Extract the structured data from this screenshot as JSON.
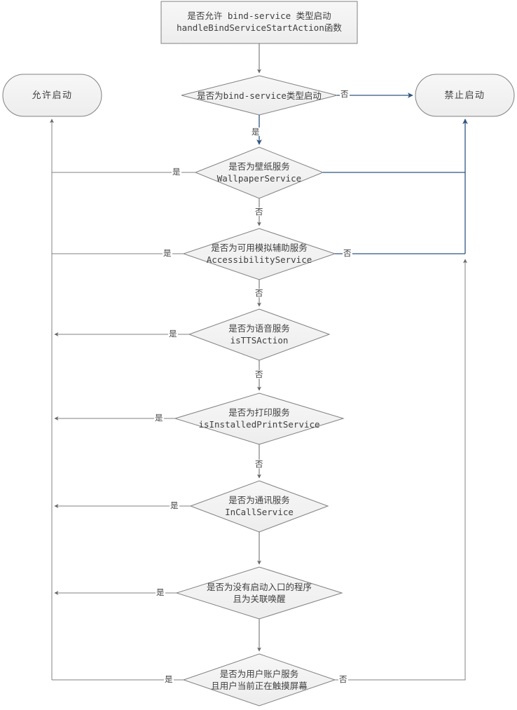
{
  "diagram": {
    "title_node": {
      "id": "start",
      "type": "process",
      "line1": "是否允许 bind-service 类型启动",
      "line2": "handleBindServiceStartAction函数"
    },
    "terminators": [
      {
        "id": "allow",
        "label": "允许启动"
      },
      {
        "id": "deny",
        "label": "禁止启动"
      }
    ],
    "decisions": [
      {
        "id": "d1",
        "line1": "是否为bind-service类型启动",
        "line2": ""
      },
      {
        "id": "d2",
        "line1": "是否为壁纸服务",
        "line2": "WallpaperService"
      },
      {
        "id": "d3",
        "line1": "是否为可用模拟辅助服务",
        "line2": "AccessibilityService"
      },
      {
        "id": "d4",
        "line1": "是否为语音服务",
        "line2": "isTTSAction"
      },
      {
        "id": "d5",
        "line1": "是否为打印服务",
        "line2": "isInstalledPrintService"
      },
      {
        "id": "d6",
        "line1": "是否为通讯服务",
        "line2": "InCallService"
      },
      {
        "id": "d7",
        "line1": "是否为没有启动入口的程序",
        "line2": "且为关联唤醒"
      },
      {
        "id": "d8",
        "line1": "是否为用户账户服务",
        "line2": "且用户当前正在触摸屏幕"
      }
    ],
    "edge_labels": {
      "yes": "是",
      "no": "否"
    },
    "edges": [
      {
        "from": "d1",
        "to": "deny",
        "label": "否"
      },
      {
        "from": "d1",
        "to": "d2",
        "label": "是"
      },
      {
        "from": "d2",
        "to": "allow",
        "label": "是"
      },
      {
        "from": "d2",
        "to": "deny",
        "label": ""
      },
      {
        "from": "d2",
        "to": "d3",
        "label": "否"
      },
      {
        "from": "d3",
        "to": "allow",
        "label": "是"
      },
      {
        "from": "d3",
        "to": "deny",
        "label": "否"
      },
      {
        "from": "d3",
        "to": "d4",
        "label": "否"
      },
      {
        "from": "d4",
        "to": "allow",
        "label": "是"
      },
      {
        "from": "d4",
        "to": "d5",
        "label": "否"
      },
      {
        "from": "d5",
        "to": "allow",
        "label": "是"
      },
      {
        "from": "d5",
        "to": "d6",
        "label": "否"
      },
      {
        "from": "d6",
        "to": "allow",
        "label": "是"
      },
      {
        "from": "d6",
        "to": "d7",
        "label": ""
      },
      {
        "from": "d7",
        "to": "allow",
        "label": "是"
      },
      {
        "from": "d7",
        "to": "d8",
        "label": ""
      },
      {
        "from": "d8",
        "to": "allow",
        "label": "是"
      },
      {
        "from": "d8",
        "to": "deny",
        "label": "否"
      }
    ],
    "colors": {
      "node_fill": "#f2f2f2",
      "node_stroke": "#808080",
      "text": "#404040",
      "edge_gray": "#808080",
      "edge_blue": "#345a8a",
      "background": "#ffffff"
    }
  }
}
